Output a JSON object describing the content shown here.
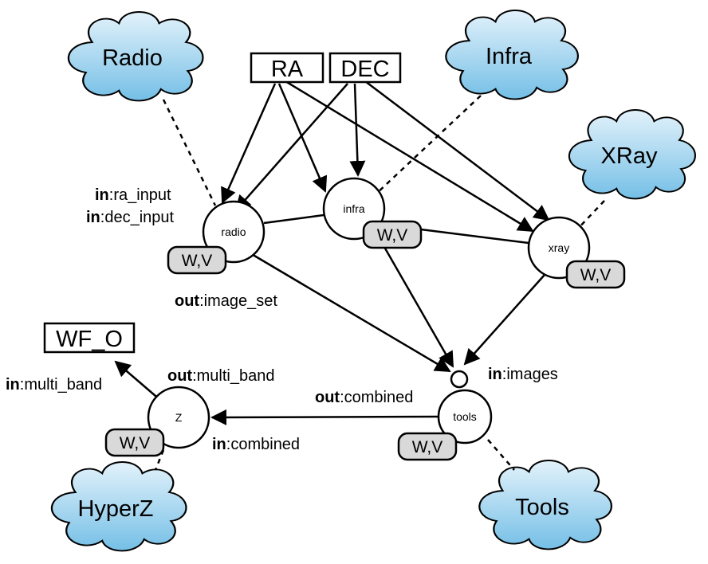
{
  "clouds": {
    "radio": "Radio",
    "infra": "Infra",
    "xray": "XRay",
    "hyperz": "HyperZ",
    "tools": "Tools"
  },
  "inputs": {
    "ra": "RA",
    "dec": "DEC"
  },
  "output": "WF_O",
  "nodes": {
    "radio": "radio",
    "infra": "infra",
    "xray": "xray",
    "tools": "tools",
    "z": "Z"
  },
  "badge_label": "W,V",
  "ports": {
    "in_kw": "in",
    "out_kw": "out",
    "ra_input": ":ra_input",
    "dec_input": ":dec_input",
    "image_set": ":image_set",
    "images": ":images",
    "combined": ":combined",
    "multi_band": ":multi_band"
  },
  "colors": {
    "cloud_fill_top": "#dff0fa",
    "cloud_fill_bottom": "#7cc3e8",
    "badge_fill": "#d9d9d9",
    "stroke": "#000000"
  }
}
